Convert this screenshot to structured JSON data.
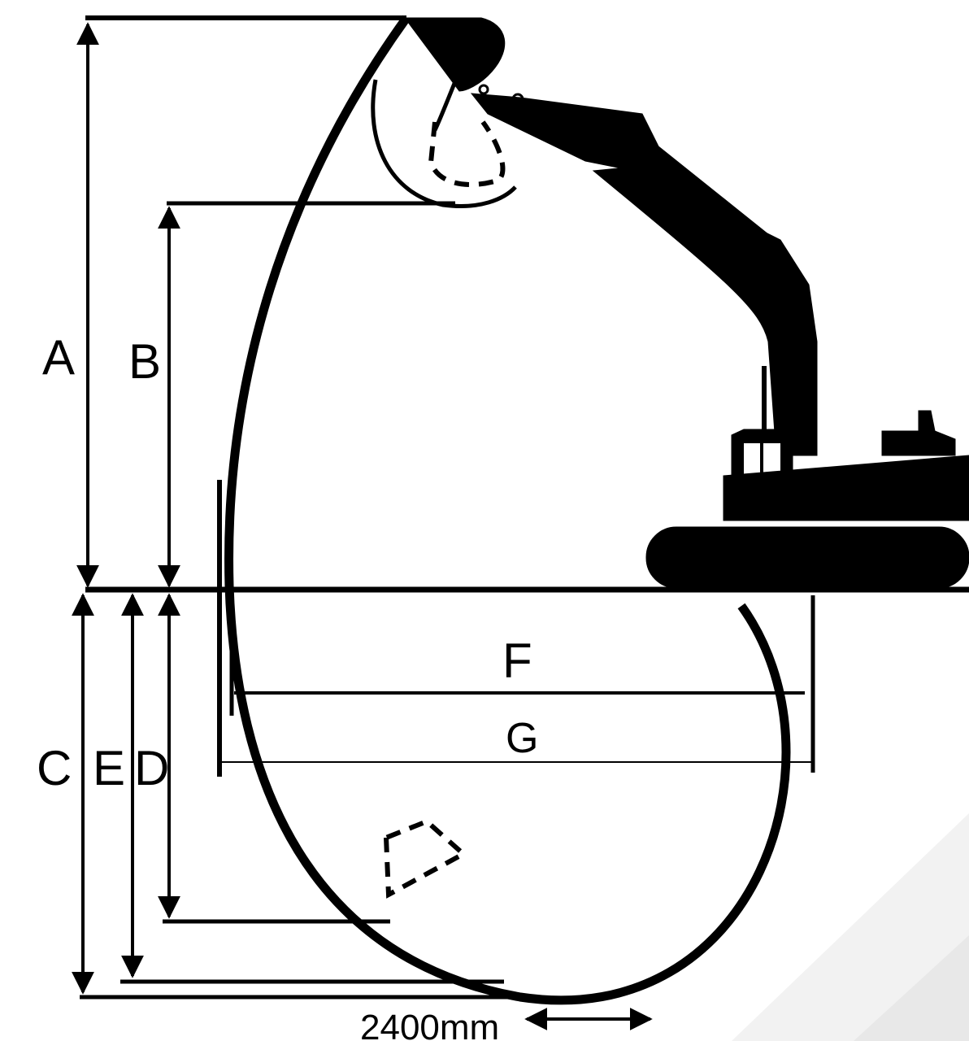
{
  "diagram": {
    "labels": {
      "A": "A",
      "B": "B",
      "C": "C",
      "E": "E",
      "D": "D",
      "F": "F",
      "G": "G"
    },
    "track_note": "2400mm",
    "colors": {
      "ink": "#000000",
      "background": "#ffffff",
      "watermark": "#eeeeee"
    }
  }
}
